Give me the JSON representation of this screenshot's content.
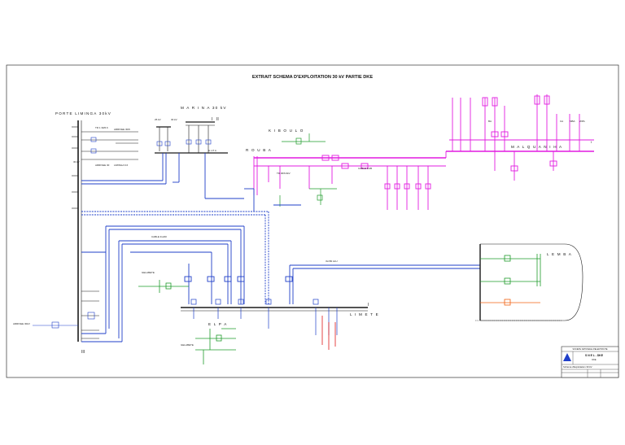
{
  "title": "EXTRAIT SCHEMA D'EXPLOITATION 30 kV PARTIE DKE",
  "stations": {
    "porte_liminga": "PORTE LIMINGA 30kV",
    "marina": "M A R I N A  30 kV",
    "kiboulo": "K I B O U L O",
    "rouba": "R O U B A",
    "malquaniha": "M A L Q U A N I H A",
    "lemba": "L E M B A",
    "limete": "L I M E T E",
    "gelabete": "GELABETE",
    "gelabete_2": "GELABETE",
    "elpa": "E L P A"
  },
  "small_labels": {
    "ba": "BA",
    "ca": "CA",
    "mba": "MBA",
    "wpa": "WPA",
    "pl_30kv": "30 kV",
    "ma_1": "25 kV",
    "ma_2": "30 kV",
    "trafo": "TR 30/6.6kV",
    "cable_1": "CABLE 3x95",
    "cable_2": "CABLE 3x240",
    "cable_3": "3x150 ALU"
  },
  "bar_roman": {
    "bar_i": "I",
    "bar_ii": "II",
    "bar_iii": "III"
  },
  "title_block": {
    "company": "SOCIETE NATIONALE D'ELECTRICITE",
    "code": "S N E L - DKE",
    "subtitle": "Schéma d'Exploitation 30 kV",
    "sheet": "DKE"
  },
  "legend_colors": {
    "bus_black": "#1a1a1a",
    "feeder_blue": "#1f3fc9",
    "magenta": "#e21ce0",
    "green": "#1e9b2a",
    "red": "#e01818",
    "orange": "#f06010"
  }
}
